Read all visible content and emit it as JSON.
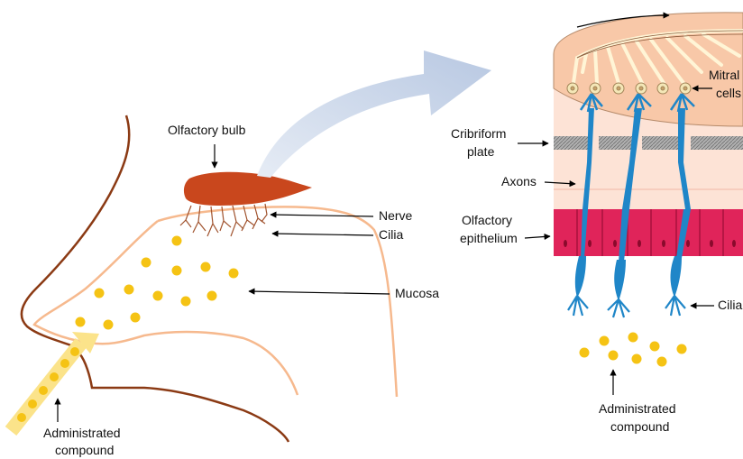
{
  "labels": {
    "olfactory_bulb": "Olfactory bulb",
    "nerve": "Nerve",
    "cilia_left": "Cilia",
    "mucosa": "Mucosa",
    "administrated_left_1": "Administrated",
    "administrated_left_2": "compound",
    "cribriform_1": "Cribriform",
    "cribriform_2": "plate",
    "axons": "Axons",
    "olfactory_epithelium_1": "Olfactory",
    "olfactory_epithelium_2": "epithelium",
    "mitral_1": "Mitral",
    "mitral_2": "cells",
    "cilia_right": "Cilia",
    "administrated_right_1": "Administrated",
    "administrated_right_2": "compound"
  },
  "colors": {
    "nose_outline": "#8b3a14",
    "mucosa_line": "#f6b98e",
    "bulb_fill": "#c9471d",
    "nerve_line": "#a0522d",
    "compound_dot": "#f5c314",
    "arrow_blue": "#c9d6ea",
    "bulb_section": "#f8c8a8",
    "bulb_section_lower": "#fde3d6",
    "epithelium": "#e0245a",
    "cribriform": "#8c8c8c",
    "neuron_blue": "#1f86c8",
    "mitral_cell": "#f4e7b7"
  }
}
